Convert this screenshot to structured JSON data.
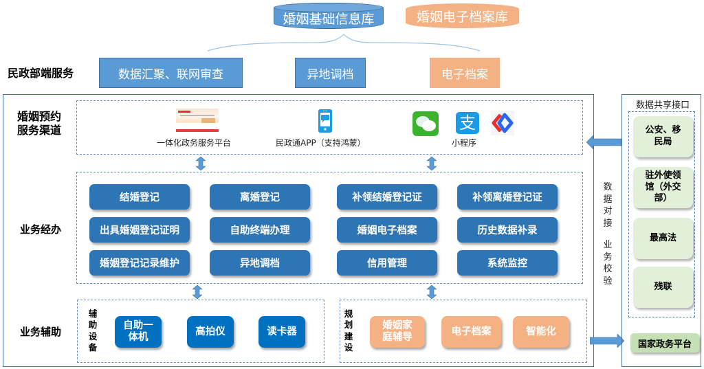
{
  "databases": [
    {
      "label": "婚姻基础信息库",
      "color": "#5b9bd5"
    },
    {
      "label": "婚姻电子档案库",
      "color": "#f4b183"
    }
  ],
  "civil_affairs": {
    "label": "民政部端服务",
    "items": [
      {
        "label": "数据汇聚、联网审查",
        "color": "#5b9bd5"
      },
      {
        "label": "异地调档",
        "color": "#5b9bd5"
      },
      {
        "label": "电子档案",
        "color": "#f4b183"
      }
    ]
  },
  "channels": {
    "label": "婚姻预约服务渠道",
    "label_lines": [
      "婚姻预约",
      "服务渠道"
    ],
    "items": [
      {
        "label": "一体化政务服务平台",
        "icon": "web-portal-thumbnail"
      },
      {
        "label": "民政通APP（支持鸿蒙）",
        "icon": "mobile-phone-icon"
      },
      {
        "label": "小程序",
        "icons": [
          "wechat-icon",
          "alipay-icon",
          "baidu-smart-program-icon"
        ]
      }
    ]
  },
  "business": {
    "label": "业务经办",
    "left_grid": [
      "结婚登记",
      "离婚登记",
      "出具婚姻登记证明",
      "自助终端办理",
      "婚姻登记记录维护",
      "异地调档"
    ],
    "right_grid": [
      "补领结婚登记证",
      "补领离婚登记证",
      "婚姻电子档案",
      "历史数据补录",
      "信用管理",
      "系统监控"
    ],
    "color": "#2e75b6"
  },
  "auxiliary": {
    "label": "业务辅助",
    "devices": {
      "label": "辅助设备",
      "label_chars": [
        "辅",
        "助",
        "设",
        "备"
      ],
      "items": [
        [
          "自助一",
          "体机"
        ],
        [
          "高拍仪"
        ],
        [
          "读卡器"
        ]
      ],
      "color": "#0070c0"
    },
    "planning": {
      "label": "规划建设",
      "label_chars": [
        "规",
        "划",
        "建",
        "设"
      ],
      "items": [
        [
          "婚姻家",
          "庭辅导"
        ],
        [
          "电子档案"
        ],
        [
          "智能化"
        ]
      ],
      "color": "#f4b183"
    }
  },
  "data_link": {
    "label_chars_1": [
      "数",
      "据",
      "对",
      "接"
    ],
    "label_chars_2": [
      "业",
      "务",
      "校",
      "验"
    ]
  },
  "data_share": {
    "title": "数据共享接口",
    "items": [
      [
        "公安、移",
        "民局"
      ],
      [
        "驻外使领",
        "馆（外交",
        "部）"
      ],
      [
        "最高法"
      ],
      [
        "残联"
      ]
    ],
    "item_color": "#e2efd9"
  },
  "national_platform": {
    "label": "国家政务平台",
    "color": "#c5e0b4"
  }
}
